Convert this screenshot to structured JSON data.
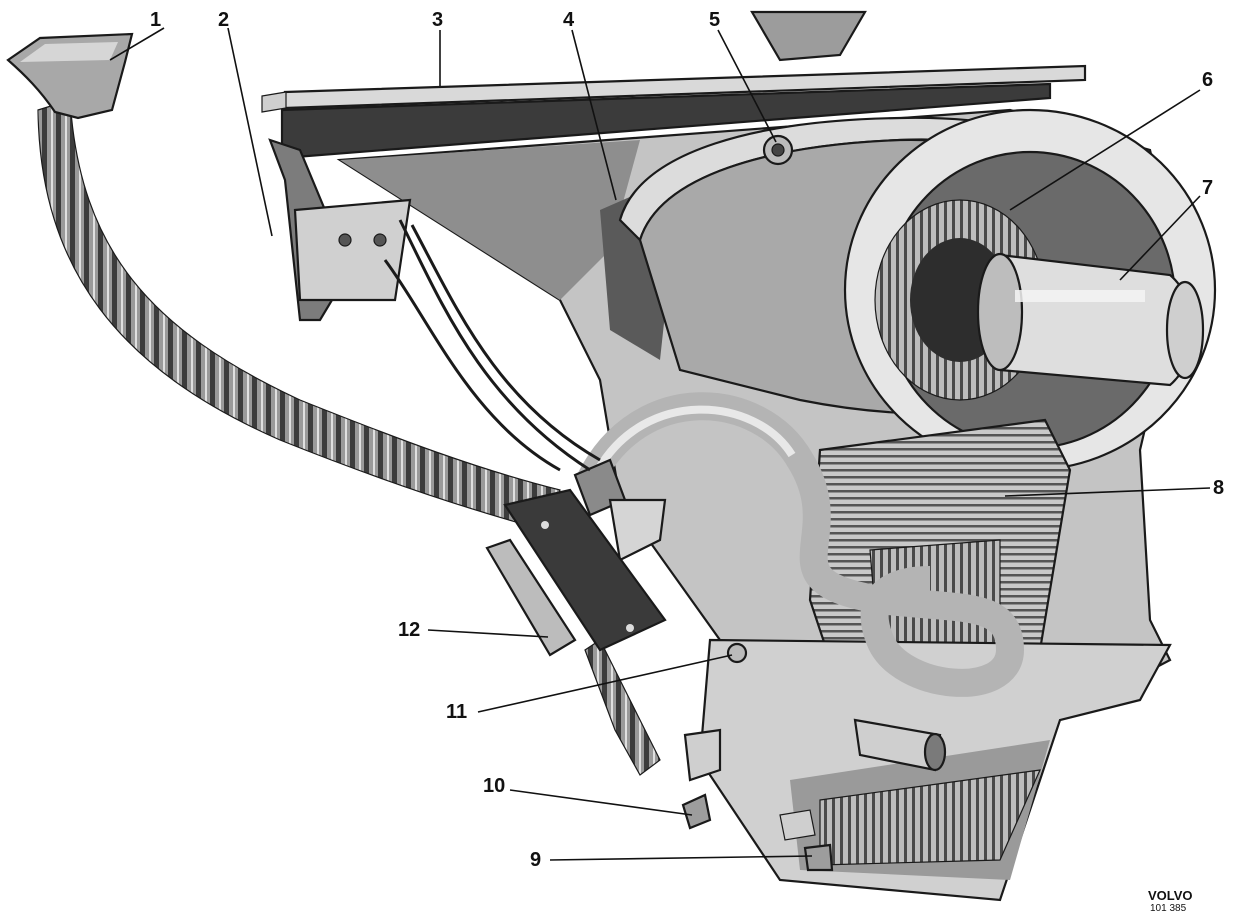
{
  "diagram": {
    "callouts": [
      {
        "id": "1",
        "label": "1"
      },
      {
        "id": "2",
        "label": "2"
      },
      {
        "id": "3",
        "label": "3"
      },
      {
        "id": "4",
        "label": "4"
      },
      {
        "id": "5",
        "label": "5"
      },
      {
        "id": "6",
        "label": "6"
      },
      {
        "id": "7",
        "label": "7"
      },
      {
        "id": "8",
        "label": "8"
      },
      {
        "id": "9",
        "label": "9"
      },
      {
        "id": "10",
        "label": "10"
      },
      {
        "id": "11",
        "label": "11"
      },
      {
        "id": "12",
        "label": "12"
      }
    ],
    "stamp": {
      "brand": "VOLVO",
      "code": "101 385"
    }
  },
  "colors": {
    "paper": "#ffffff",
    "ink": "#1a1a1a",
    "dark_fill": "#3a3a3a",
    "mid_fill": "#8c8c8c",
    "light_fill": "#c8c8c8",
    "pale_fill": "#e2e2e2"
  }
}
